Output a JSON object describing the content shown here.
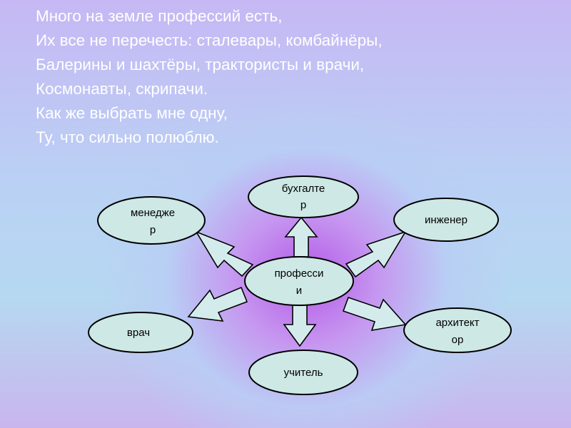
{
  "poem": [
    "Много на земле профессий есть,",
    "Их все не перечесть: сталевары, комбайнёры,",
    "Балерины и шахтёры, трактористы и врачи,",
    "Космонавты, скрипачи.",
    "Как же выбрать мне одну,",
    "Ту, что сильно полюблю."
  ],
  "diagram": {
    "center": {
      "lines": [
        "професси",
        "и"
      ]
    },
    "nodes": [
      {
        "id": "manager",
        "lines": [
          "менедже",
          "р"
        ]
      },
      {
        "id": "accountant",
        "lines": [
          "бухгалте",
          "р"
        ]
      },
      {
        "id": "engineer",
        "lines": [
          "инженер"
        ]
      },
      {
        "id": "doctor",
        "lines": [
          "врач"
        ]
      },
      {
        "id": "teacher",
        "lines": [
          "учитель"
        ]
      },
      {
        "id": "architect",
        "lines": [
          "архитект",
          "ор"
        ]
      }
    ]
  },
  "colors": {
    "node_fill": "#cde8e5",
    "text": "#ffffff"
  }
}
